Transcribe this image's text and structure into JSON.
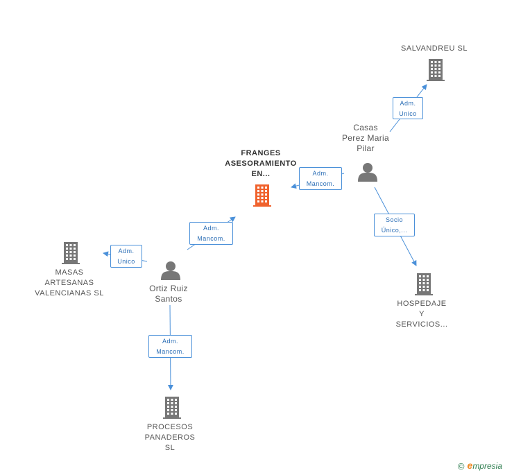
{
  "nodes": [
    {
      "id": "franges",
      "type": "company",
      "label": "FRANGES\nASESORAMIENTO\nEN...",
      "highlight": true
    },
    {
      "id": "salvandreu",
      "type": "company",
      "label": "SALVANDREU SL"
    },
    {
      "id": "casas",
      "type": "person",
      "label": "Casas\nPerez Maria\nPilar"
    },
    {
      "id": "hospedaje",
      "type": "company",
      "label": "HOSPEDAJE\nY\nSERVICIOS..."
    },
    {
      "id": "ortiz",
      "type": "person",
      "label": "Ortiz Ruiz\nSantos"
    },
    {
      "id": "masas",
      "type": "company",
      "label": "MASAS\nARTESANAS\nVALENCIANAS SL"
    },
    {
      "id": "procesos",
      "type": "company",
      "label": "PROCESOS\nPANADEROS\nSL"
    }
  ],
  "edges": [
    {
      "from": "casas",
      "to": "salvandreu",
      "label": "Adm.\nUnico"
    },
    {
      "from": "casas",
      "to": "franges",
      "label": "Adm.\nMancom."
    },
    {
      "from": "casas",
      "to": "hospedaje",
      "label": "Socio\nÚnico,..."
    },
    {
      "from": "ortiz",
      "to": "franges",
      "label": "Adm.\nMancom."
    },
    {
      "from": "ortiz",
      "to": "masas",
      "label": "Adm.\nUnico"
    },
    {
      "from": "ortiz",
      "to": "procesos",
      "label": "Adm.\nMancom."
    }
  ],
  "colors": {
    "company": "#777777",
    "highlight": "#f0622d",
    "person": "#777777",
    "edge": "#4a90d9",
    "label_text": "#2a6db5"
  },
  "footer": {
    "copyright": "©",
    "brand_initial": "e",
    "brand_rest": "mpresia"
  }
}
